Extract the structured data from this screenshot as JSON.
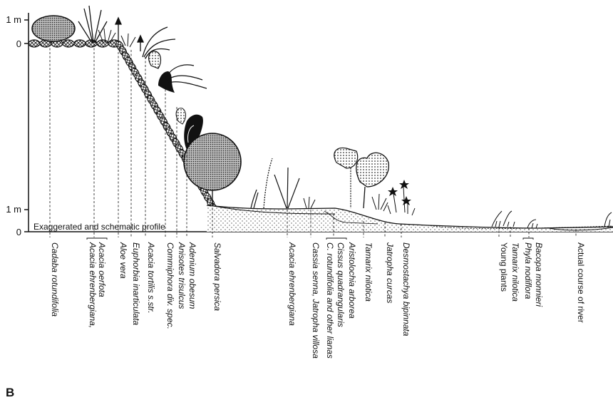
{
  "axis": {
    "top_1m": "1 m",
    "top_0": "0",
    "bottom_1m": "1 m",
    "bottom_0": "0"
  },
  "caption": "Exaggerated and schematic profile",
  "panel_label": "B",
  "species": [
    {
      "id": "cadaba",
      "text": "Cadaba rotundifolia",
      "italic": true
    },
    {
      "id": "acacia-ehr-1",
      "text": "Acacia ehrenbergiana,",
      "italic": true
    },
    {
      "id": "acacia-oerfota",
      "text": "Acacia oerfota",
      "italic": true
    },
    {
      "id": "aloe",
      "text": "Aloe vera",
      "italic": true
    },
    {
      "id": "euphorbia",
      "text": "Euphorbia inarticulata",
      "italic": true
    },
    {
      "id": "acacia-tortilis",
      "text": "Acacia tortilis s.str.",
      "italic": true
    },
    {
      "id": "commiphora",
      "text": "Commiphora div. spec.",
      "italic": true
    },
    {
      "id": "anisotes",
      "text": "Anisotes trisulcus",
      "italic": true
    },
    {
      "id": "adenium",
      "text": "Adenium obesum",
      "italic": true
    },
    {
      "id": "salvadora",
      "text": "Salvadora persica",
      "italic": true
    },
    {
      "id": "acacia-ehr-2",
      "text": "Acacia ehrenbergiana",
      "italic": true
    },
    {
      "id": "cassia",
      "text": "Cassia senna, Jatropha villosa",
      "italic": true
    },
    {
      "id": "c-rotundifolia",
      "text": "C. rotundifolia and other lianas",
      "italic": true
    },
    {
      "id": "cissus",
      "text": "Cissus quadrangularis",
      "italic": true
    },
    {
      "id": "aristolochia",
      "text": "Aristolochia arborea",
      "italic": true
    },
    {
      "id": "tamarix-1",
      "text": "Tamarix nilotica",
      "italic": true
    },
    {
      "id": "jatropha",
      "text": "Jatropha curcas",
      "italic": true
    },
    {
      "id": "desmostachya",
      "text": "Desmostachya bipinnata",
      "italic": true
    },
    {
      "id": "young",
      "text": "Young plants",
      "italic": false
    },
    {
      "id": "tamarix-2",
      "text": "Tamarix nilotica",
      "italic": true
    },
    {
      "id": "phyla",
      "text": "Phyla nodiflora",
      "italic": true
    },
    {
      "id": "bacopa",
      "text": "Bacopa monnieri",
      "italic": true
    },
    {
      "id": "river",
      "text": "Actual course of river",
      "italic": false
    }
  ],
  "colors": {
    "ink": "#111111",
    "stipple": "#cfcfcf"
  }
}
